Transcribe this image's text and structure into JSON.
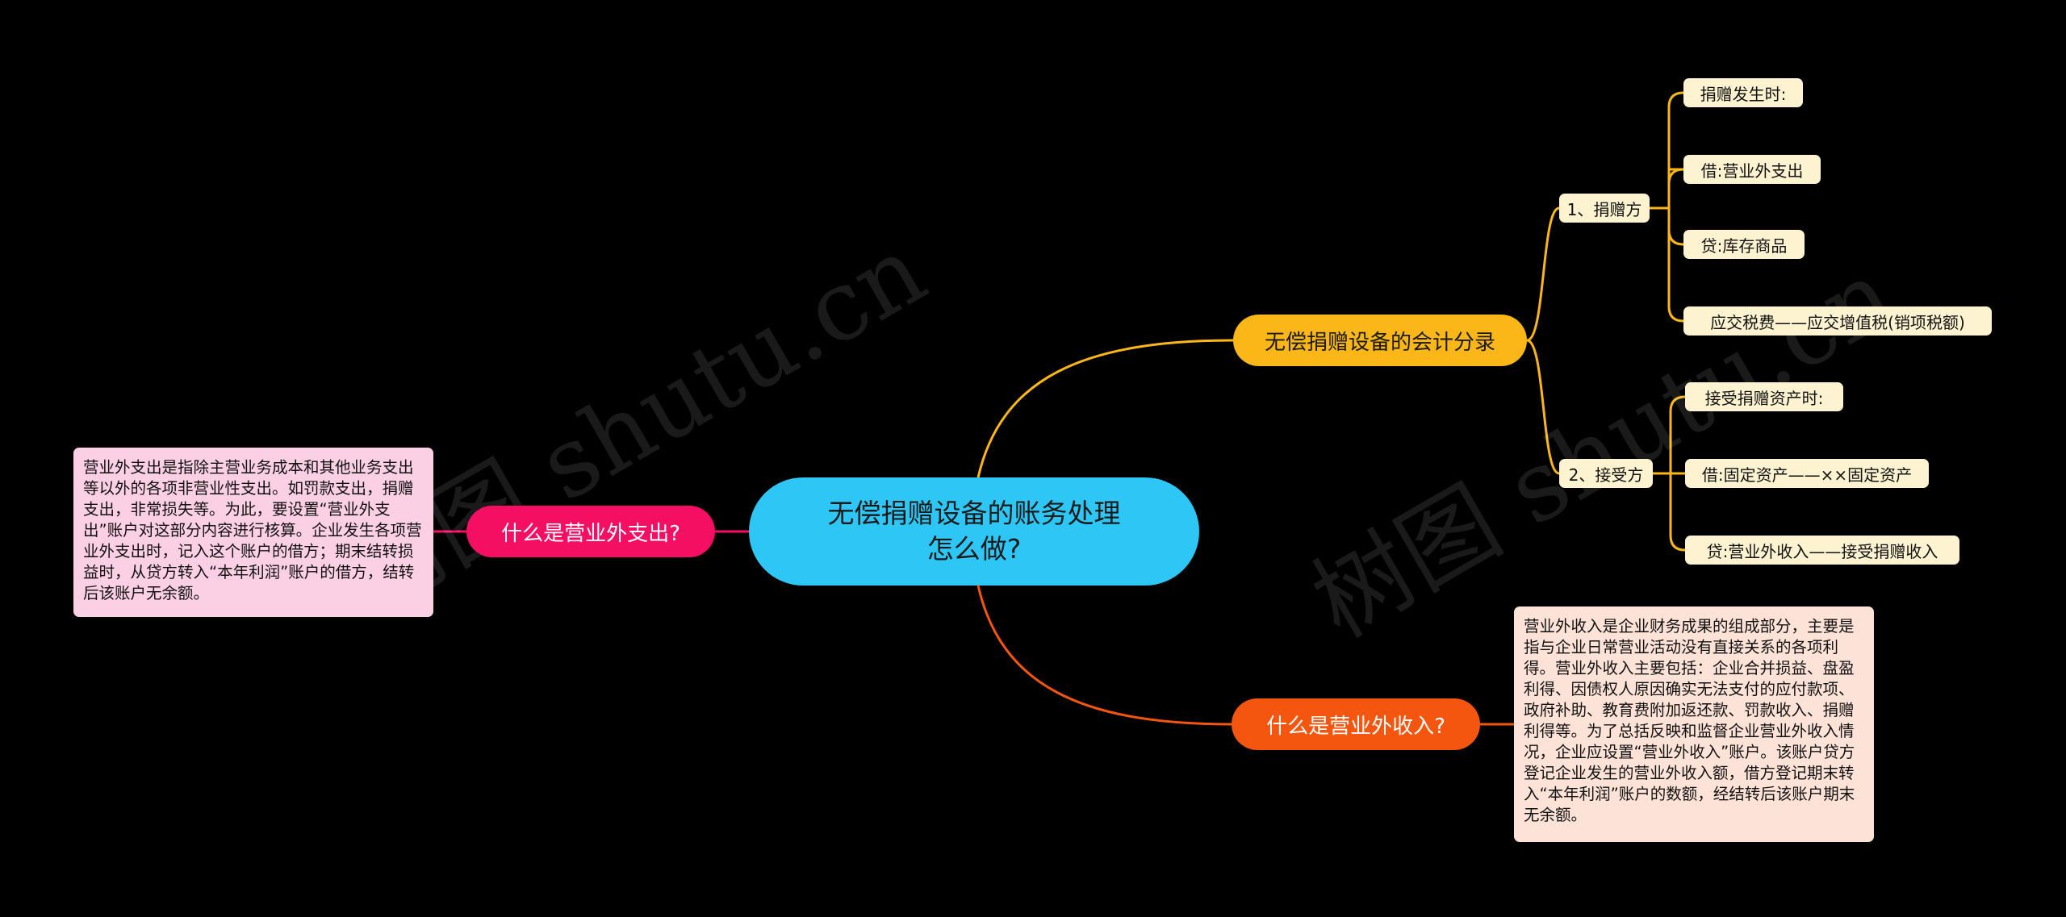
{
  "root": {
    "line1": "无偿捐赠设备的账务处理",
    "line2": "怎么做?"
  },
  "branches": {
    "accounting": {
      "label": "无偿捐赠设备的会计分录",
      "color": "#FBB718",
      "groups": [
        {
          "label": "1、捐赠方",
          "items": [
            "捐赠发生时:",
            "借:营业外支出",
            "贷:库存商品",
            "应交税费——应交增值税(销项税额)"
          ]
        },
        {
          "label": "2、接受方",
          "items": [
            "接受捐赠资产时:",
            "借:固定资产——××固定资产",
            "贷:营业外收入——接受捐赠收入"
          ]
        }
      ]
    },
    "expense": {
      "label": "什么是营业外支出?",
      "color": "#F50F63",
      "note": "营业外支出是指除主营业务成本和其他业务支出等以外的各项非营业性支出。如罚款支出，捐赠支出，非常损失等。为此，要设置“营业外支出”账户对这部分内容进行核算。企业发生各项营业外支出时，记入这个账户的借方；期末结转损益时，从贷方转入“本年利润”账户的借方，结转后该账户无余额。"
    },
    "income": {
      "label": "什么是营业外收入?",
      "color": "#F5560F",
      "note": "营业外收入是企业财务成果的组成部分，主要是指与企业日常营业活动没有直接关系的各项利得。营业外收入主要包括：企业合并损益、盘盈利得、因债权人原因确实无法支付的应付款项、政府补助、教育费附加返还款、罚款收入、捐赠利得等。为了总括反映和监督企业营业外收入情况，企业应设置“营业外收入”账户。该账户贷方登记企业发生的营业外收入额，借方登记期末转入“本年利润”账户的数额，经结转后该账户期末无余额。"
    }
  },
  "watermarks": [
    "树图 shutu.cn",
    "树图 shutu.cn"
  ]
}
